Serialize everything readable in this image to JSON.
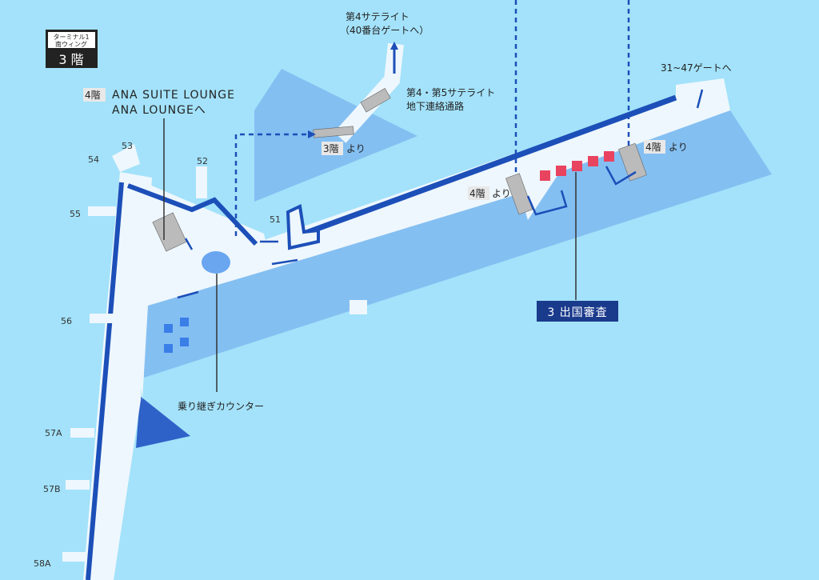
{
  "floor_badge": {
    "line1": "ターミナル1",
    "line2": "南ウィング",
    "floor": "3 階"
  },
  "labels": {
    "lounge_floor": "4階",
    "lounge_line1": "ANA SUITE LOUNGE",
    "lounge_line2": "ANA LOUNGEへ",
    "sat4_line1": "第4サテライト",
    "sat4_line2": "（40番台ゲートへ）",
    "tunnel_line1": "第4・第5サテライト",
    "tunnel_line2": "地下連絡通路",
    "from3_floor": "3階",
    "from_suffix": "より",
    "from4_left_floor": "4階",
    "from4_right_floor": "4階",
    "gates_31_47": "31~47ゲートへ",
    "immigration": "3 出国審査",
    "transfer_counter": "乗り継ぎカウンター"
  },
  "gates": [
    "53",
    "54",
    "52",
    "55",
    "51",
    "56",
    "57A",
    "57B",
    "58A"
  ],
  "colors": {
    "background": "#a3e2fa",
    "shade": "#84bff2",
    "floor": "#eef7fd",
    "wall": "#1c4fb8",
    "security": "#e8435f"
  }
}
